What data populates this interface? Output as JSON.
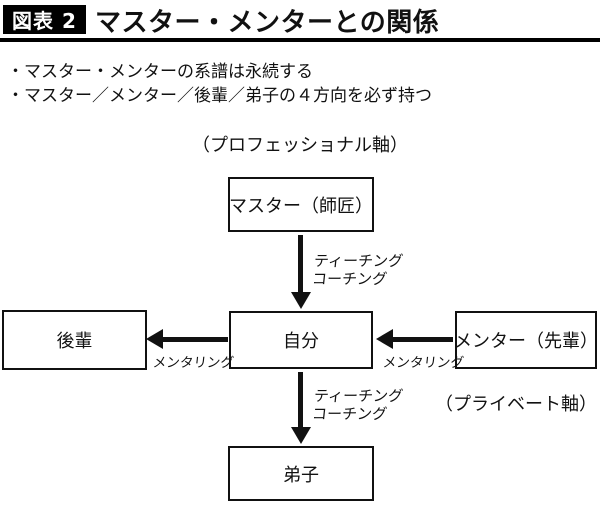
{
  "figure": {
    "badge": "図表 2",
    "title": "マスター・メンターとの関係"
  },
  "notes": {
    "line1": "・マスター・メンターの系譜は永続する",
    "line2": "・マスター／メンター／後輩／弟子の４方向を必ず持つ"
  },
  "diagram": {
    "axis_professional_label": "（プロフェッショナル軸）",
    "axis_private_label": "（プライベート軸）",
    "nodes": {
      "master": "マスター（師匠）",
      "self": "自分",
      "junior": "後輩",
      "mentor": "メンター（先輩）",
      "disciple": "弟子"
    },
    "labels": {
      "teaching_line1": "ティーチング",
      "teaching_line2": "コーチング",
      "mentoring": "メンタリング"
    },
    "edges": [
      {
        "from": "マスター（師匠）",
        "to": "自分",
        "label": "ティーチング・コーチング",
        "direction": "down"
      },
      {
        "from": "自分",
        "to": "後輩",
        "label": "メンタリング",
        "direction": "left"
      },
      {
        "from": "メンター（先輩）",
        "to": "自分",
        "label": "メンタリング",
        "direction": "left"
      },
      {
        "from": "自分",
        "to": "弟子",
        "label": "ティーチング・コーチング",
        "direction": "down"
      }
    ]
  },
  "colors": {
    "ink": "#111111",
    "background": "#ffffff",
    "badge_bg": "#000000",
    "badge_text": "#ffffff"
  }
}
